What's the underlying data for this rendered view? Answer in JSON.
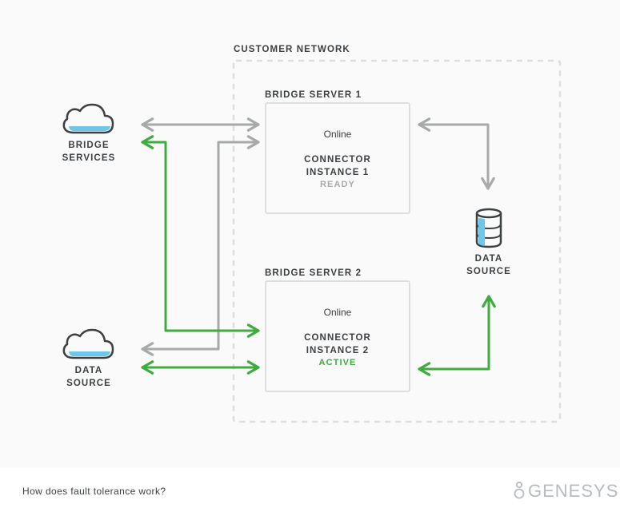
{
  "network": {
    "title": "CUSTOMER NETWORK"
  },
  "bridge_services": {
    "line1": "BRIDGE",
    "line2": "SERVICES"
  },
  "data_source_cloud": {
    "line1": "DATA",
    "line2": "SOURCE"
  },
  "data_source_db": {
    "line1": "DATA",
    "line2": "SOURCE"
  },
  "server1": {
    "title": "BRIDGE SERVER 1",
    "status": "Online",
    "instance_line1": "CONNECTOR",
    "instance_line2": "INSTANCE 1",
    "state": "READY"
  },
  "server2": {
    "title": "BRIDGE SERVER 2",
    "status": "Online",
    "instance_line1": "CONNECTOR",
    "instance_line2": "INSTANCE 2",
    "state": "ACTIVE"
  },
  "footer": {
    "caption": "How does fault tolerance work?",
    "brand": "GENESYS"
  },
  "colors": {
    "active": "#3ead3e",
    "inactive": "#a7a9ab",
    "cloud_fill": "#6ec6e8",
    "text": "#3d4043"
  }
}
